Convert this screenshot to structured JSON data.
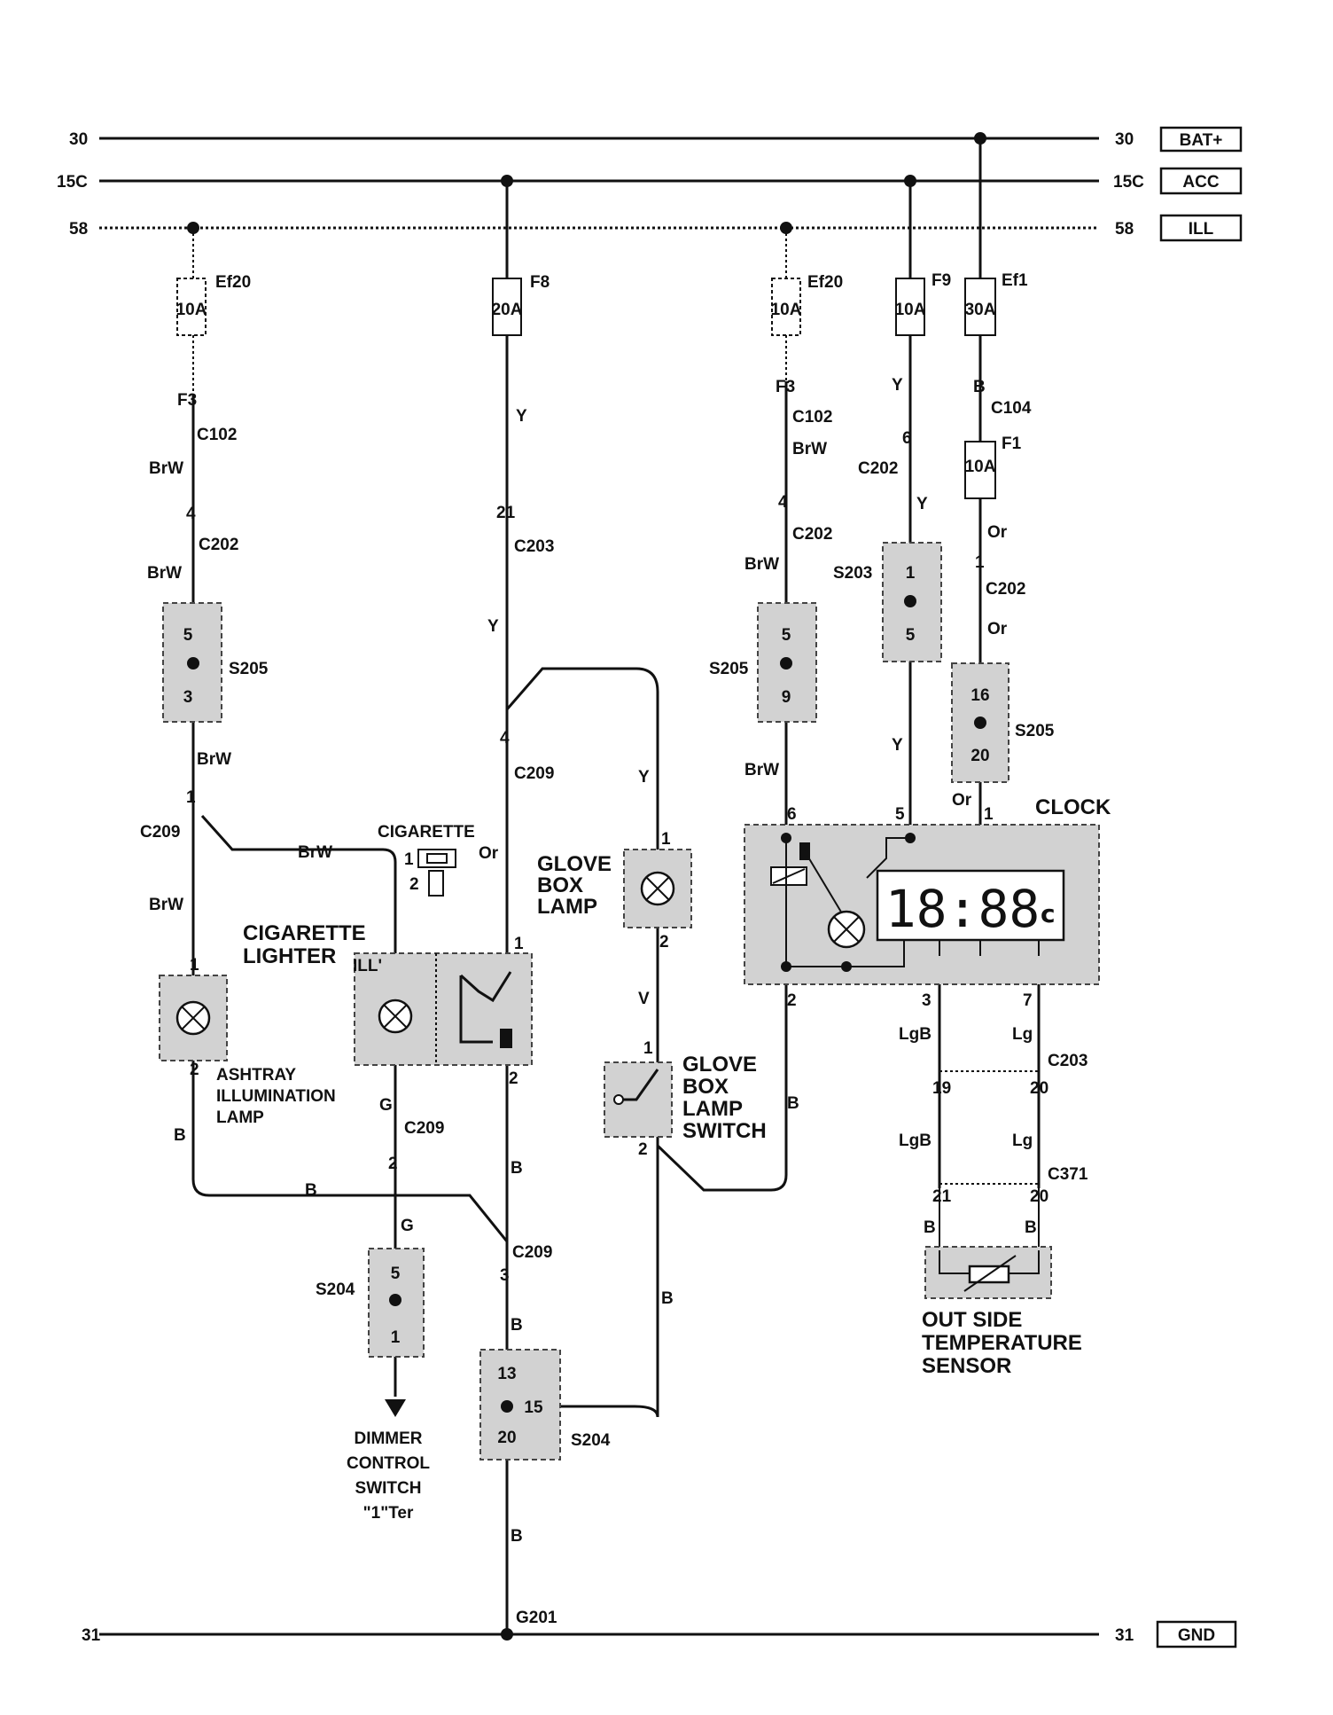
{
  "power_rails": {
    "bat_num": "30",
    "bat_label": "BAT+",
    "acc_num": "15C",
    "acc_label": "ACC",
    "ill_num": "58",
    "ill_label": "ILL",
    "gnd_num": "31",
    "gnd_label": "GND"
  },
  "fuses": {
    "ef20_a_name": "Ef20",
    "ef20_a_rating": "10A",
    "f8_name": "F8",
    "f8_rating": "20A",
    "ef20_b_name": "Ef20",
    "ef20_b_rating": "10A",
    "f9_name": "F9",
    "f9_rating": "10A",
    "ef1_name": "Ef1",
    "ef1_rating": "30A",
    "f1_name": "F1",
    "f1_rating": "10A"
  },
  "connectors": {
    "c102": "C102",
    "c104": "C104",
    "c202": "C202",
    "c203": "C203",
    "c209": "C209",
    "c371": "C371"
  },
  "pins": {
    "f3": "F3",
    "b": "B",
    "p1": "1",
    "p2": "2",
    "p3": "3",
    "p4": "4",
    "p5": "5",
    "p6": "6",
    "p7": "7",
    "p9": "9",
    "p13": "13",
    "p15": "15",
    "p16": "16",
    "p19": "19",
    "p20": "20",
    "p21": "21"
  },
  "splices": {
    "s203": "S203",
    "s204": "S204",
    "s205": "S205"
  },
  "wire_colors": {
    "brw": "BrW",
    "y": "Y",
    "or": "Or",
    "g": "G",
    "b": "B",
    "v": "V",
    "lgb": "LgB",
    "lg": "Lg"
  },
  "components": {
    "clock_label": "CLOCK",
    "clock_display": "18:88",
    "glove_lamp_lines": [
      "GLOVE",
      "BOX",
      "LAMP"
    ],
    "glove_switch_lines": [
      "GLOVE",
      "BOX",
      "LAMP",
      "SWITCH"
    ],
    "cig_lighter_lines": [
      "CIGARETTE",
      "LIGHTER"
    ],
    "cig_connector_label": "CIGARETTE",
    "ill_tag": "ILL'",
    "ashtray_lines": [
      "ASHTRAY",
      "ILLUMINATION",
      "LAMP"
    ],
    "temp_sensor_lines": [
      "OUT SIDE",
      "TEMPERATURE",
      "SENSOR"
    ],
    "dimmer_lines": [
      "DIMMER",
      "CONTROL",
      "SWITCH",
      "\"1\"Ter"
    ],
    "ground_label": "G201"
  },
  "colors": {
    "line": "#111111",
    "component_fill": "#d2d2d2"
  }
}
